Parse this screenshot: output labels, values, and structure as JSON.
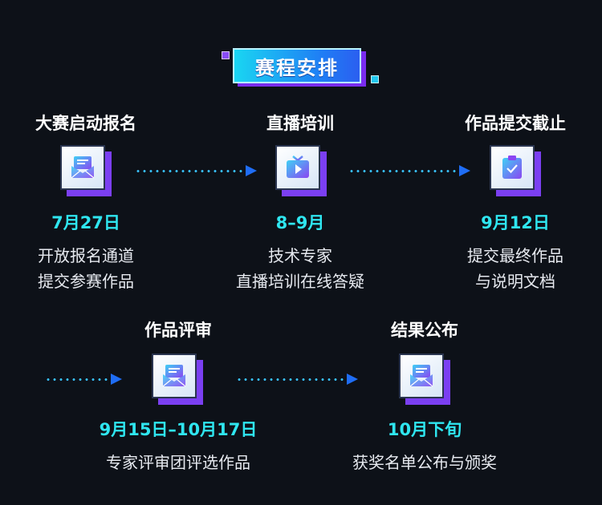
{
  "header": {
    "title": "赛程安排"
  },
  "steps": [
    {
      "title": "大赛启动报名",
      "date": "7月27日",
      "desc": [
        "开放报名通道",
        "提交参赛作品"
      ],
      "icon": "mail-icon"
    },
    {
      "title": "直播培训",
      "date": "8–9月",
      "desc": [
        "技术专家",
        "直播培训在线答疑"
      ],
      "icon": "tv-play-icon"
    },
    {
      "title": "作品提交截止",
      "date": "9月12日",
      "desc": [
        "提交最终作品",
        "与说明文档"
      ],
      "icon": "clipboard-check-icon"
    },
    {
      "title": "作品评审",
      "date": "9月15日–10月17日",
      "desc": [
        "专家评审团评选作品"
      ],
      "icon": "mail-icon"
    },
    {
      "title": "结果公布",
      "date": "10月下旬",
      "desc": [
        "获奖名单公布与颁奖"
      ],
      "icon": "mail-icon"
    }
  ],
  "colors": {
    "accent": "#2fe6f0",
    "purple": "#7b3ff2",
    "arrow": "#1f6df5",
    "background": "#0d1118"
  }
}
